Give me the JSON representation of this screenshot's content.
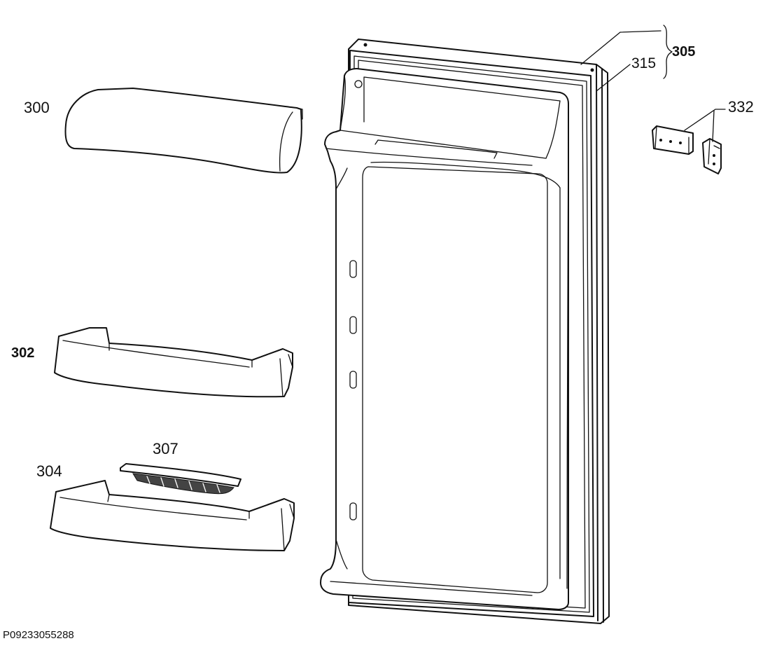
{
  "callouts": {
    "p300": "300",
    "p302": "302",
    "p304": "304",
    "p305": "305",
    "p307": "307",
    "p315": "315",
    "p332": "332"
  },
  "drawing_code": "P09233055288"
}
